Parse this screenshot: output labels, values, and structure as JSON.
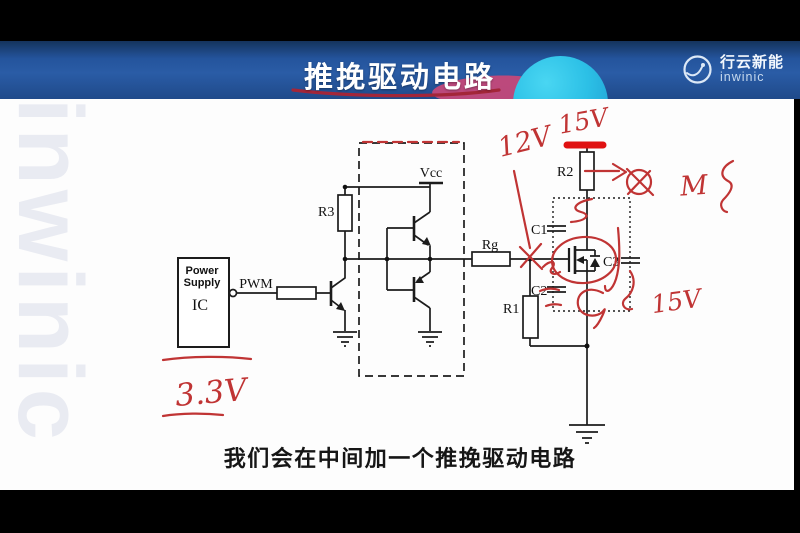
{
  "banner": {
    "title": "推挽驱动电路"
  },
  "logo": {
    "name_cn": "行云新能",
    "name_en": "inwinic"
  },
  "watermark": {
    "text": "inwinic"
  },
  "caption": {
    "text": "我们会在中间加一个推挽驱动电路"
  },
  "circuit": {
    "power_box": {
      "line1": "Power",
      "line2": "Supply",
      "line3": "IC"
    },
    "labels": {
      "pwm": "PWM",
      "r3": "R3",
      "vcc": "Vcc",
      "rg": "Rg",
      "r1": "R1",
      "r2": "R2",
      "c1": "C1",
      "c2": "C2",
      "c3": "C3"
    }
  },
  "annotations": {
    "supply_voltage": "3.3V",
    "gate_voltage": "12V",
    "rail_voltage": "15V",
    "motor_mark": "M",
    "vgs_voltage": "15V"
  },
  "colors": {
    "banner_blue": "#24549c",
    "hand_red": "#c03434",
    "marker_red": "#e01212",
    "deco_cyan": "#2cc0e6",
    "deco_magenta": "#c4497a",
    "watermark_gray": "#e9ebf2"
  }
}
